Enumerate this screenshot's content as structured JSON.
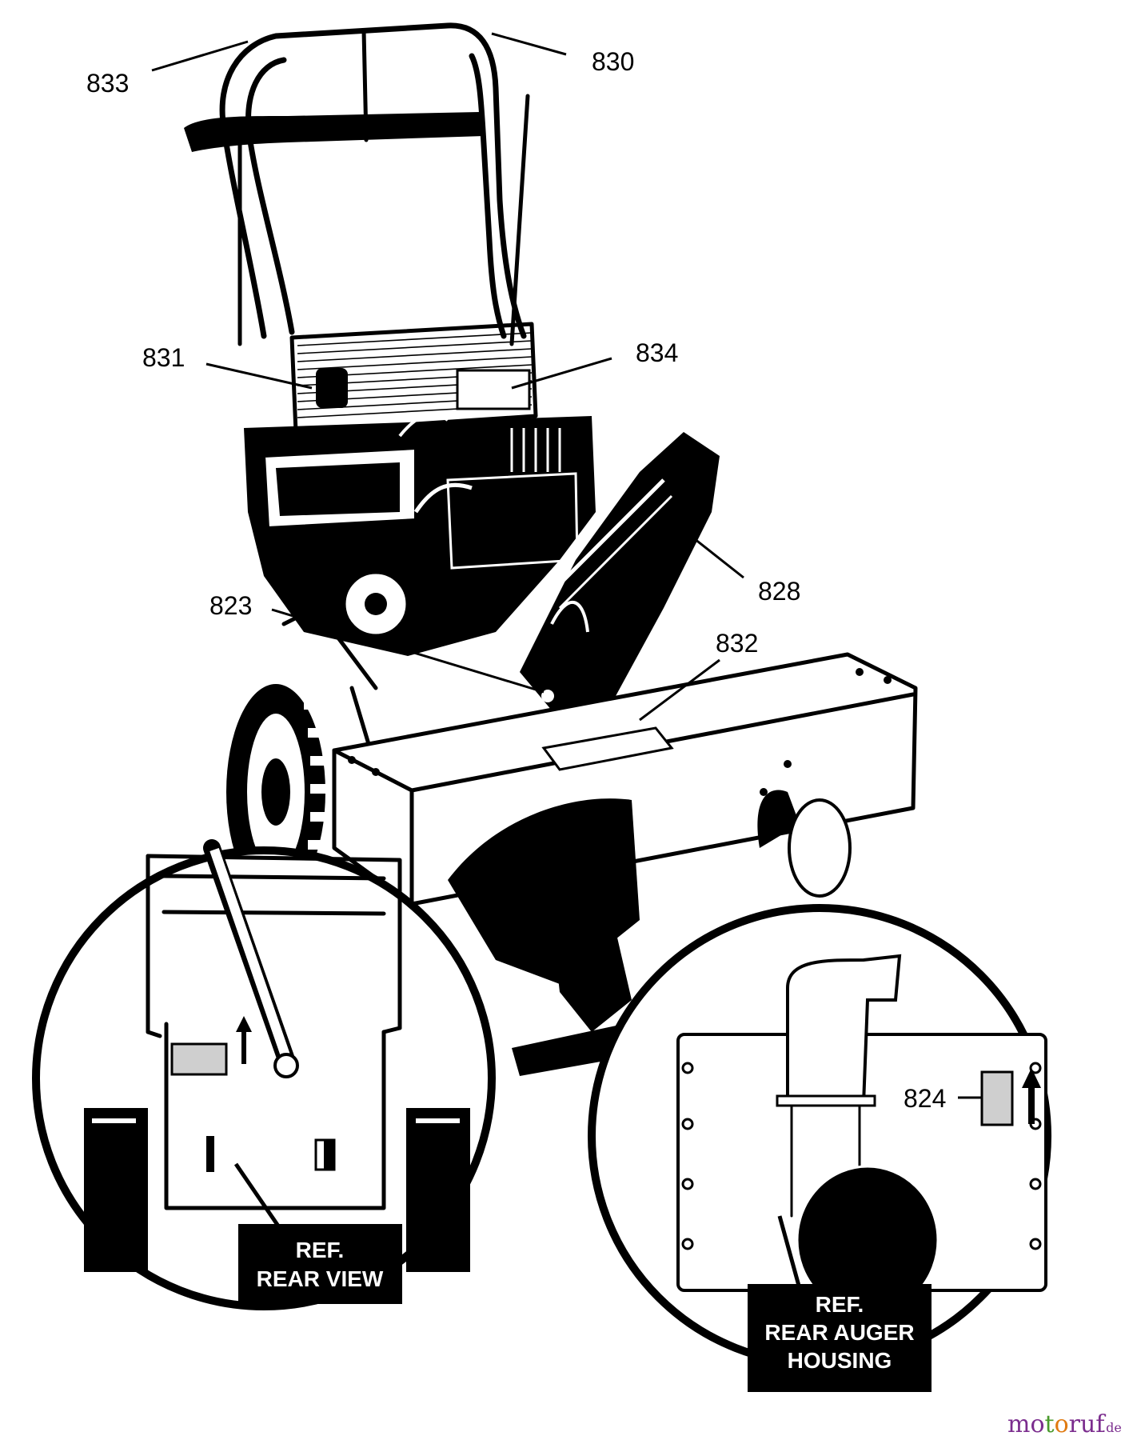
{
  "callouts": {
    "c833": "833",
    "c830": "830",
    "c831": "831",
    "c834": "834",
    "c828": "828",
    "c823": "823",
    "c832": "832",
    "c824": "824"
  },
  "inset_left": {
    "line1": "REF.",
    "line2": "REAR VIEW"
  },
  "inset_right": {
    "line1": "REF.",
    "line2": "REAR AUGER",
    "line3": "HOUSING"
  },
  "watermark": {
    "brand": "motoruf",
    "tld": ".de"
  },
  "colors": {
    "ink": "#000000",
    "paper": "#ffffff",
    "decal": "#cfcfcf",
    "watermark_purple": "#7b2d8e",
    "watermark_green": "#4a9a2c",
    "watermark_orange": "#e07b12"
  }
}
